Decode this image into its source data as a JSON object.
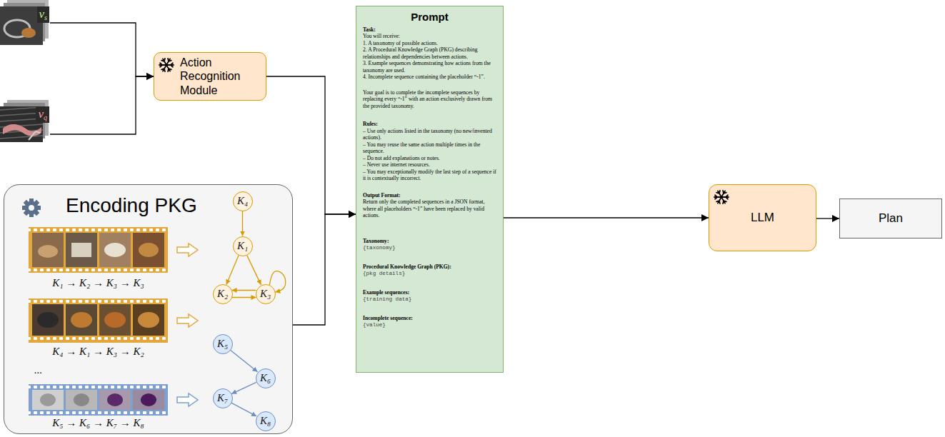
{
  "diagram": {
    "nodes": [
      {
        "text": [
          "v",
          "s"
        ]
      },
      {
        "text": [
          "v",
          "q"
        ]
      },
      {
        "text": [
          "Action Recognition Module"
        ]
      },
      {
        "text": [
          "Encoding PKG"
        ]
      },
      {
        "text": [
          "K₄"
        ],
        "in": 3
      },
      {
        "text": [
          "K₁"
        ],
        "in": 3
      },
      {
        "text": [
          "K₂"
        ],
        "in": 3
      },
      {
        "text": [
          "K₃"
        ],
        "in": 3
      },
      {
        "text": [
          "K₅"
        ],
        "in": 3
      },
      {
        "text": [
          "K₆"
        ],
        "in": 3
      },
      {
        "text": [
          "K₇"
        ],
        "in": 3
      },
      {
        "text": [
          "K₈"
        ],
        "in": 3
      },
      {
        "text": [
          "Prompt",
          "Task:",
          "You will receive:",
          "1. A taxonomy of possible actions.",
          "2. A Procedural Knowledge Graph (PKG) describing relationships and dependencies between actions.",
          "3. Example sequences demonstrating how actions from the taxonomy are used.",
          "4. Incomplete sequence containing the placeholder “-1”.",
          "Your goal is to complete the incomplete sequences by replacing every “-1” with an action exclusively drawn from the provided taxonomy.",
          "Rules:",
          "– Use only actions listed in the taxonomy (no new/invented actions).",
          "– You may reuse the same action multiple times in the sequence.",
          "– Do not add explanations or notes.",
          "– Never use internet resources.",
          "– You may exceptionally modify the last step of a sequence if it is contextually incorrect.",
          "Output Format:",
          "Return only the completed sequences in a JSON format, where all placeholders “-1” have been replaced by valid actions.",
          "Taxonomy:",
          "{taxonomy}",
          "Procedural Knowledge Graph (PKG):",
          "{pkg details}",
          "Example sequences:",
          "{training data}",
          "Incomplete sequence:",
          "{value}"
        ]
      },
      {
        "text": [
          "LLM"
        ]
      },
      {
        "text": [
          "Plan"
        ]
      }
    ],
    "edges": [
      {
        "from": 0,
        "to": 2,
        "arrow": "to"
      },
      {
        "from": 1,
        "to": 2,
        "arrow": "to"
      },
      {
        "from": 2,
        "to": 12,
        "arrow": "to"
      },
      {
        "from": 3,
        "to": 12,
        "arrow": "to"
      },
      {
        "from": 12,
        "to": 13,
        "arrow": "to"
      },
      {
        "from": 13,
        "to": 14,
        "arrow": "to"
      },
      {
        "from": 4,
        "to": 5,
        "arrow": "to"
      },
      {
        "from": 5,
        "to": 6,
        "arrow": "to"
      },
      {
        "from": 5,
        "to": 7,
        "arrow": "to"
      },
      {
        "from": 6,
        "to": 7,
        "arrow": "to"
      },
      {
        "from": 7,
        "to": 6,
        "arrow": "to"
      },
      {
        "from": 7,
        "to": 7,
        "arrow": "to"
      },
      {
        "from": 8,
        "to": 9,
        "arrow": "to"
      },
      {
        "from": 9,
        "to": 10,
        "arrow": "to"
      },
      {
        "from": 10,
        "to": 11,
        "arrow": "to"
      }
    ],
    "labels": [
      "K₁ → K₂ → K₃ → K₃",
      "K₄ → K₁ → K₃ → K₂",
      "...",
      "K₅ → K₆ → K₇ → K₈"
    ]
  }
}
